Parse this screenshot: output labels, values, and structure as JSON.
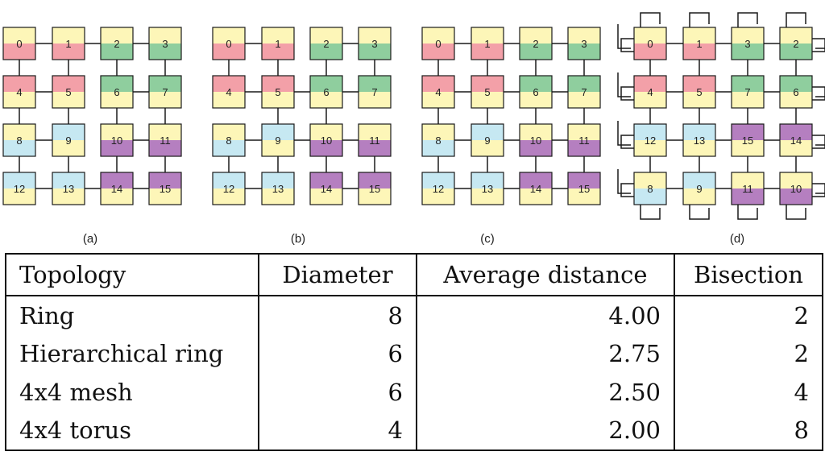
{
  "colors": {
    "yellow": "#fdf6b8",
    "red": "#f3a0a8",
    "green": "#8fce9e",
    "blue": "#c6e8f2",
    "purple": "#b57fc0",
    "line": "#1a1a1a"
  },
  "diagrams": [
    {
      "caption": "(a)",
      "topology": "ring",
      "grid": [
        [
          0,
          1,
          2,
          3
        ],
        [
          4,
          5,
          6,
          7
        ],
        [
          8,
          9,
          10,
          11
        ],
        [
          12,
          13,
          14,
          15
        ]
      ],
      "colors": [
        [
          [
            "yellow",
            "red"
          ],
          [
            "yellow",
            "red"
          ],
          [
            "yellow",
            "green"
          ],
          [
            "yellow",
            "green"
          ]
        ],
        [
          [
            "red",
            "yellow"
          ],
          [
            "red",
            "yellow"
          ],
          [
            "green",
            "yellow"
          ],
          [
            "green",
            "yellow"
          ]
        ],
        [
          [
            "yellow",
            "blue"
          ],
          [
            "blue",
            "yellow"
          ],
          [
            "yellow",
            "purple"
          ],
          [
            "yellow",
            "purple"
          ]
        ],
        [
          [
            "blue",
            "yellow"
          ],
          [
            "blue",
            "yellow"
          ],
          [
            "purple",
            "yellow"
          ],
          [
            "purple",
            "yellow"
          ]
        ]
      ]
    },
    {
      "caption": "(b)",
      "topology": "hierarchical-ring",
      "grid": [
        [
          0,
          1,
          2,
          3
        ],
        [
          4,
          5,
          6,
          7
        ],
        [
          8,
          9,
          10,
          11
        ],
        [
          12,
          13,
          14,
          15
        ]
      ],
      "colors": [
        [
          [
            "yellow",
            "red"
          ],
          [
            "yellow",
            "red"
          ],
          [
            "yellow",
            "green"
          ],
          [
            "yellow",
            "green"
          ]
        ],
        [
          [
            "red",
            "yellow"
          ],
          [
            "red",
            "yellow"
          ],
          [
            "green",
            "yellow"
          ],
          [
            "green",
            "yellow"
          ]
        ],
        [
          [
            "yellow",
            "blue"
          ],
          [
            "blue",
            "yellow"
          ],
          [
            "yellow",
            "purple"
          ],
          [
            "yellow",
            "purple"
          ]
        ],
        [
          [
            "blue",
            "yellow"
          ],
          [
            "blue",
            "yellow"
          ],
          [
            "purple",
            "yellow"
          ],
          [
            "purple",
            "yellow"
          ]
        ]
      ]
    },
    {
      "caption": "(c)",
      "topology": "mesh",
      "grid": [
        [
          0,
          1,
          2,
          3
        ],
        [
          4,
          5,
          6,
          7
        ],
        [
          8,
          9,
          10,
          11
        ],
        [
          12,
          13,
          14,
          15
        ]
      ],
      "colors": [
        [
          [
            "yellow",
            "red"
          ],
          [
            "yellow",
            "red"
          ],
          [
            "yellow",
            "green"
          ],
          [
            "yellow",
            "green"
          ]
        ],
        [
          [
            "red",
            "yellow"
          ],
          [
            "red",
            "yellow"
          ],
          [
            "green",
            "yellow"
          ],
          [
            "green",
            "yellow"
          ]
        ],
        [
          [
            "yellow",
            "blue"
          ],
          [
            "blue",
            "yellow"
          ],
          [
            "yellow",
            "purple"
          ],
          [
            "yellow",
            "purple"
          ]
        ],
        [
          [
            "blue",
            "yellow"
          ],
          [
            "blue",
            "yellow"
          ],
          [
            "purple",
            "yellow"
          ],
          [
            "purple",
            "yellow"
          ]
        ]
      ]
    },
    {
      "caption": "(d)",
      "topology": "torus",
      "grid": [
        [
          0,
          1,
          3,
          2
        ],
        [
          4,
          5,
          7,
          6
        ],
        [
          12,
          13,
          15,
          14
        ],
        [
          8,
          9,
          11,
          10
        ]
      ],
      "colors": [
        [
          [
            "yellow",
            "red"
          ],
          [
            "yellow",
            "red"
          ],
          [
            "yellow",
            "green"
          ],
          [
            "yellow",
            "green"
          ]
        ],
        [
          [
            "red",
            "yellow"
          ],
          [
            "red",
            "yellow"
          ],
          [
            "green",
            "yellow"
          ],
          [
            "green",
            "yellow"
          ]
        ],
        [
          [
            "blue",
            "yellow"
          ],
          [
            "blue",
            "yellow"
          ],
          [
            "purple",
            "yellow"
          ],
          [
            "purple",
            "yellow"
          ]
        ],
        [
          [
            "yellow",
            "blue"
          ],
          [
            "blue",
            "yellow"
          ],
          [
            "yellow",
            "purple"
          ],
          [
            "yellow",
            "purple"
          ]
        ]
      ]
    }
  ],
  "table": {
    "headers": [
      "Topology",
      "Diameter",
      "Average distance",
      "Bisection"
    ],
    "rows": [
      [
        "Ring",
        "8",
        "4.00",
        "2"
      ],
      [
        "Hierarchical ring",
        "6",
        "2.75",
        "2"
      ],
      [
        "4x4 mesh",
        "6",
        "2.50",
        "4"
      ],
      [
        "4x4 torus",
        "4",
        "2.00",
        "8"
      ]
    ]
  }
}
